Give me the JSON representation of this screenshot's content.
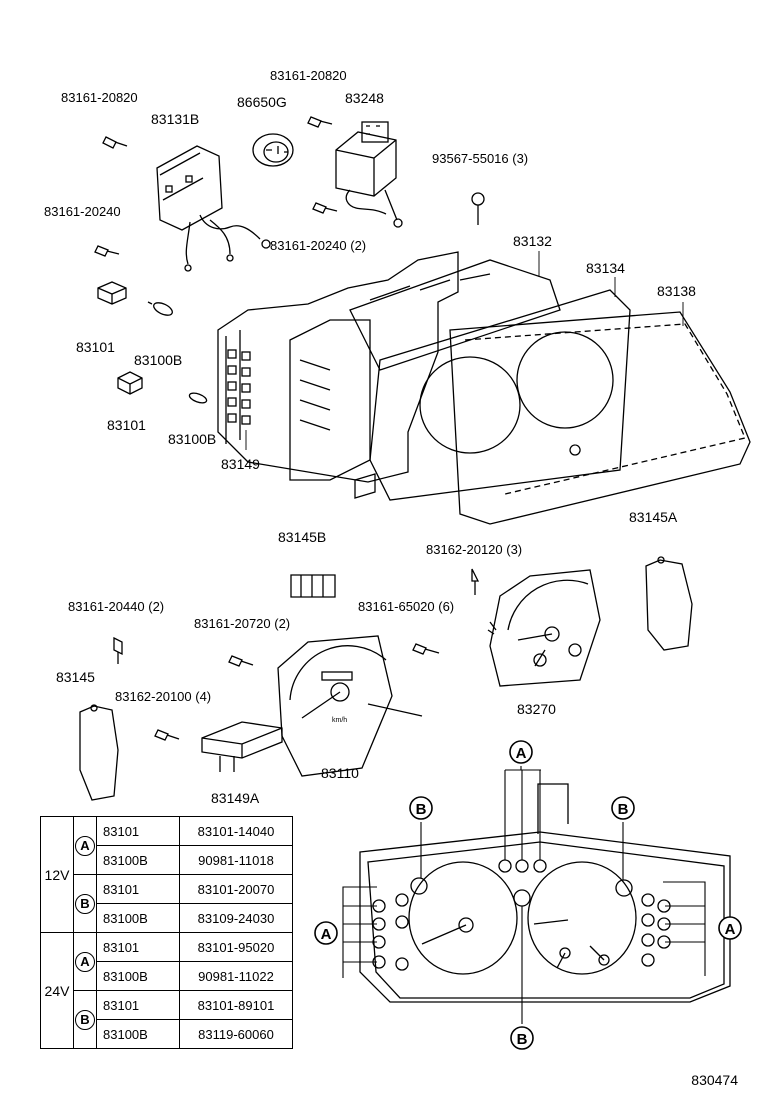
{
  "labels": {
    "p83161_20820_a": "83161-20820",
    "p83131B": "83131B",
    "p86650G": "86650G",
    "p83161_20820_b": "83161-20820",
    "p83248": "83248",
    "p93567": "93567-55016 (3)",
    "p83161_20240_a": "83161-20240",
    "p83161_20240_b": "83161-20240 (2)",
    "p83132": "83132",
    "p83134": "83134",
    "p83138": "83138",
    "p83101_a": "83101",
    "p83100B_a": "83100B",
    "p83101_b": "83101",
    "p83100B_b": "83100B",
    "p83149": "83149",
    "p83145B": "83145B",
    "p83145A": "83145A",
    "p83162_20120": "83162-20120 (3)",
    "p83161_20440": "83161-20440 (2)",
    "p83161_20720": "83161-20720 (2)",
    "p83161_65020": "83161-65020 (6)",
    "p83145": "83145",
    "p83162_20100": "83162-20100 (4)",
    "p83270": "83270",
    "p83110": "83110",
    "p83149A": "83149A",
    "kmh": "km/h"
  },
  "callouts": {
    "A": "A",
    "B": "B"
  },
  "table": {
    "groups": [
      {
        "voltage": "12V",
        "rows": [
          {
            "sel": "A",
            "part": "83101",
            "number": "83101-14040"
          },
          {
            "sel": "",
            "part": "83100B",
            "number": "90981-11018"
          },
          {
            "sel": "B",
            "part": "83101",
            "number": "83101-20070"
          },
          {
            "sel": "",
            "part": "83100B",
            "number": "83109-24030"
          }
        ]
      },
      {
        "voltage": "24V",
        "rows": [
          {
            "sel": "A",
            "part": "83101",
            "number": "83101-95020"
          },
          {
            "sel": "",
            "part": "83100B",
            "number": "90981-11022"
          },
          {
            "sel": "B",
            "part": "83101",
            "number": "83101-89101"
          },
          {
            "sel": "",
            "part": "83100B",
            "number": "83119-60060"
          }
        ]
      }
    ]
  },
  "diagram_code": "830474"
}
